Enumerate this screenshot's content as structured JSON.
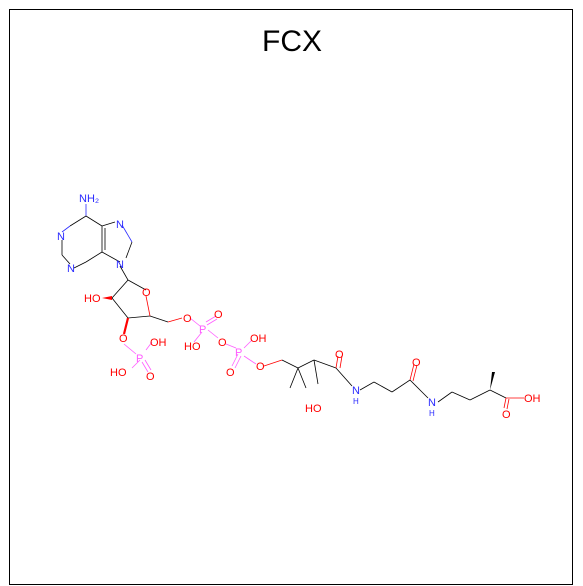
{
  "title": "FCX",
  "colors": {
    "carbon": "#000000",
    "nitrogen": "#2b2bff",
    "oxygen": "#ff0000",
    "phosphorus": "#ff5cff",
    "atom_label": "#3aa02a"
  },
  "atoms": {
    "nh2": "NH₂",
    "n_purine_1": "N",
    "n_purine_3": "N",
    "n_purine_7": "N",
    "n_purine_9": "N",
    "ho_sugar": "HO",
    "o_ring": "O",
    "o_5p": "O",
    "p1": "P",
    "o_p1": "O",
    "ho_p1": "HO",
    "o_bridge": "O",
    "p2": "P",
    "oh_p2": "OH",
    "o_p2": "O",
    "o_pant": "O",
    "ho_pant": "HO",
    "o_amide1": "O",
    "nh_1": "N",
    "h_1": "H",
    "o_amide2": "O",
    "nh_2": "N",
    "h_2": "H",
    "o_acid": "O",
    "oh_acid": "OH",
    "o_3p": "O",
    "p3": "P",
    "oh_p3": "OH",
    "ho_p3": "HO",
    "o_p3": "O"
  }
}
